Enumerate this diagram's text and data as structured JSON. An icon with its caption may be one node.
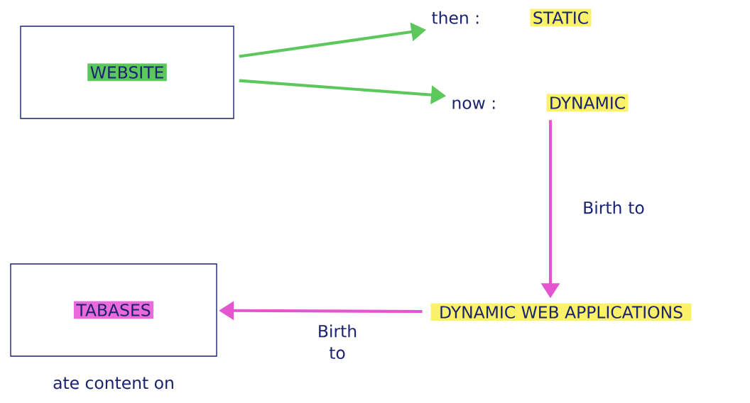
{
  "diagram": {
    "nodes": [
      {
        "text": [
          "WEBSITE"
        ]
      },
      {
        "text": [
          "then :",
          "STATIC"
        ]
      },
      {
        "text": [
          "now :",
          "DYNAMIC"
        ]
      },
      {
        "text": [
          "DYNAMIC WEB APPLICATIONS"
        ]
      },
      {
        "text": [
          "TABASES"
        ]
      }
    ],
    "edges": [
      {
        "from": 0,
        "to": 1,
        "arrow": "to",
        "color": "#5cc85c"
      },
      {
        "from": 0,
        "to": 2,
        "arrow": "to",
        "color": "#5cc85c"
      },
      {
        "from": 2,
        "to": 3,
        "arrow": "to",
        "label": "Birth to",
        "color": "#e455d0"
      },
      {
        "from": 3,
        "to": 4,
        "arrow": "to",
        "label": "Birth to",
        "color": "#e455d0"
      }
    ],
    "labels": [
      "ate content on"
    ]
  }
}
